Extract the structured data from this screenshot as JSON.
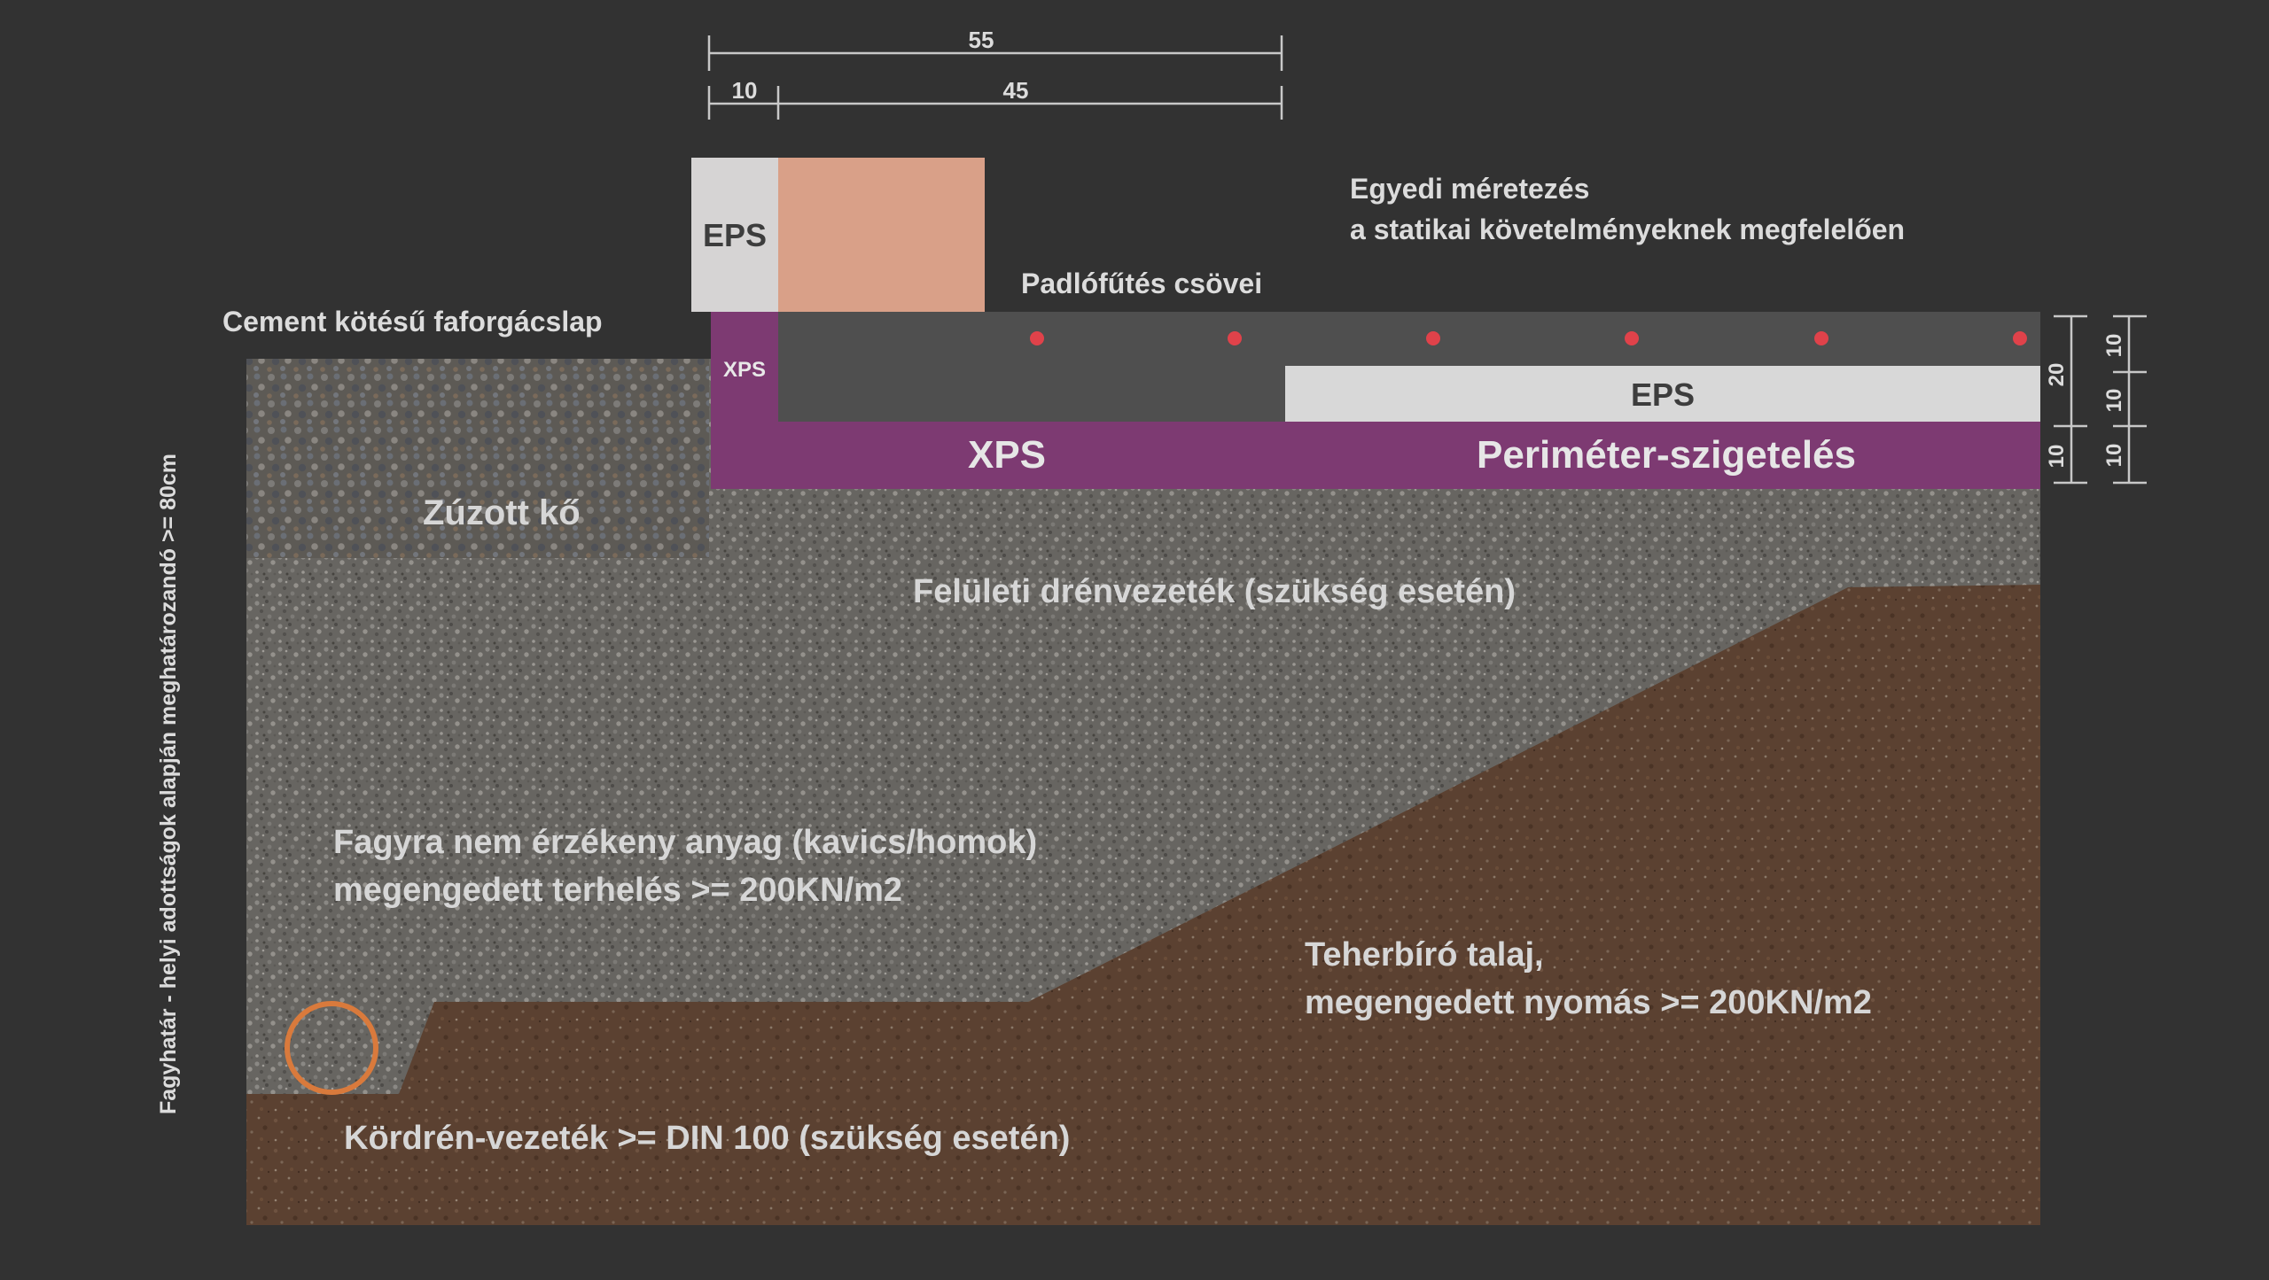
{
  "dimensions": {
    "total": "55",
    "left": "10",
    "right": "45",
    "side_a": [
      "20",
      "10"
    ],
    "side_b": [
      "10",
      "10",
      "10"
    ]
  },
  "labels": {
    "eps_top": "EPS",
    "eps_bottom": "EPS",
    "xps_small": "XPS",
    "xps_big": "XPS",
    "perimeter": "Periméter-szigetelés",
    "cement_board": "Cement kötésű faforgácslap",
    "floor_heating": "Padlófűtés csövei",
    "custom_sizing_1": "Egyedi méretezés",
    "custom_sizing_2": "a statikai követelményeknek megfelelően",
    "crushed_stone": "Zúzott kő",
    "surface_drain": "Felületi drénvezeték (szükség esetén)",
    "frost_material_1": "Fagyra nem érzékeny anyag (kavics/homok)",
    "frost_material_2": "megengedett terhelés >= 200KN/m2",
    "soil_1": "Teherbíró talaj,",
    "soil_2": "megengedett nyomás >= 200KN/m2",
    "ring_drain": "Kördrén-vezeték >= DIN 100 (szükség esetén)",
    "frost_line": "Fagyhatár - helyi adottságok alapján meghatározandó >= 80cm"
  },
  "colors": {
    "background": "#323232",
    "eps": "#d6d6d6",
    "foundation": "#d9a088",
    "xps": "#7d3a72",
    "slab": "#4e4e4e",
    "gravel": "#6a6864",
    "soil": "#5e4434",
    "pipe": "#e0424a",
    "drain_ring": "#d97a3c",
    "text_light": "#dcdcdc",
    "text_dark": "#3d3d3d",
    "dim_line": "#c8c8c8"
  }
}
